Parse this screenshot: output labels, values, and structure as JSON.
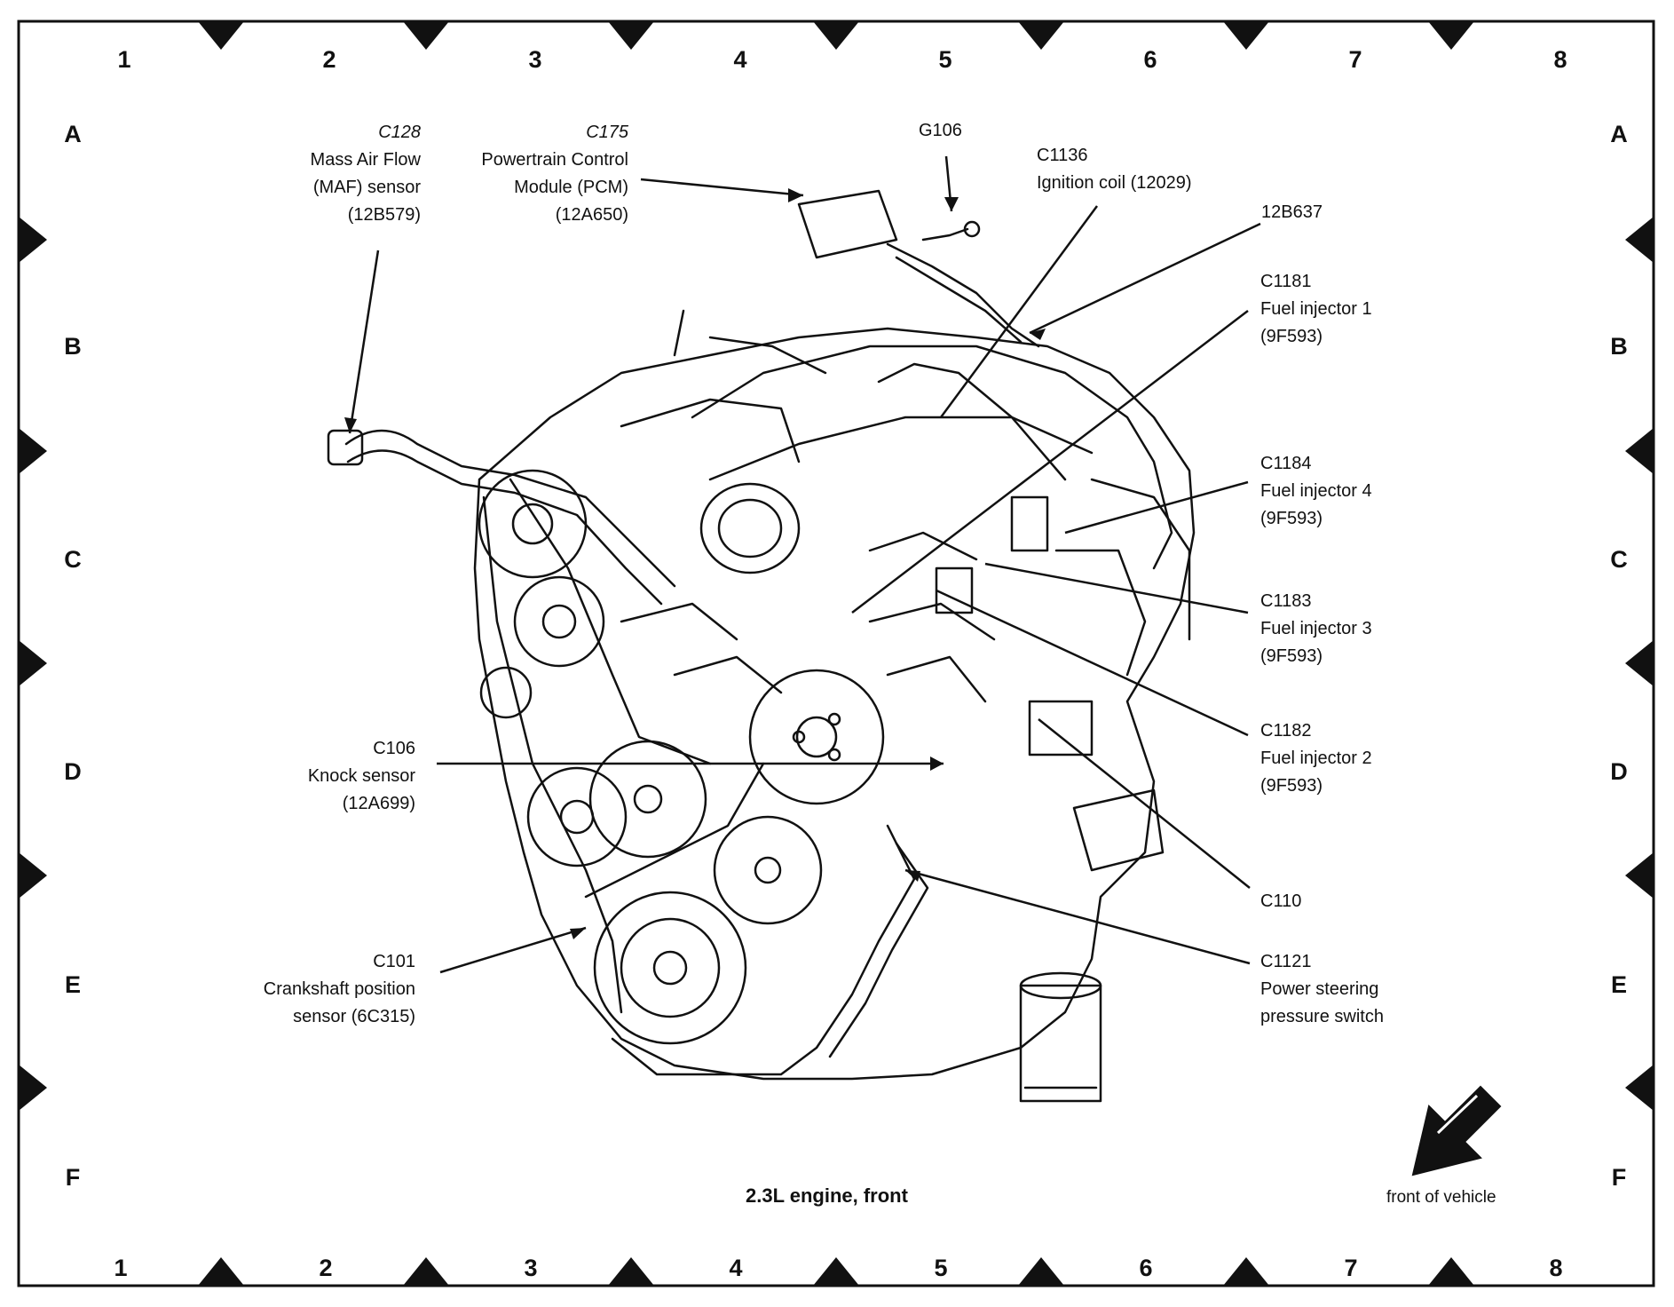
{
  "grid": {
    "columns": [
      "1",
      "2",
      "3",
      "4",
      "5",
      "6",
      "7",
      "8"
    ],
    "rows": [
      "A",
      "B",
      "C",
      "D",
      "E",
      "F"
    ]
  },
  "caption": "2.3L engine, front",
  "front_of_vehicle": "front of vehicle",
  "labels": {
    "c128": [
      "C128",
      "Mass Air Flow",
      "(MAF) sensor",
      "(12B579)"
    ],
    "c175": [
      "C175",
      "Powertrain Control",
      "Module (PCM)",
      "(12A650)"
    ],
    "g106": [
      "G106"
    ],
    "c1136": [
      "C1136",
      "Ignition coil (12029)"
    ],
    "p12b637": [
      "12B637"
    ],
    "c1181": [
      "C1181",
      "Fuel injector 1",
      "(9F593)"
    ],
    "c1184": [
      "C1184",
      "Fuel injector 4",
      "(9F593)"
    ],
    "c1183": [
      "C1183",
      "Fuel injector 3",
      "(9F593)"
    ],
    "c1182": [
      "C1182",
      "Fuel injector 2",
      "(9F593)"
    ],
    "c106": [
      "C106",
      "Knock sensor",
      "(12A699)"
    ],
    "c110": [
      "C110"
    ],
    "c101": [
      "C101",
      "Crankshaft position",
      "sensor (6C315)"
    ],
    "c1121": [
      "C1121",
      "Power steering",
      "pressure switch"
    ]
  },
  "icons": {
    "grid_marker": "triangle-marker-icon",
    "direction": "arrow-down-left-icon"
  },
  "colors": {
    "line": "#111111",
    "background": "#ffffff"
  }
}
